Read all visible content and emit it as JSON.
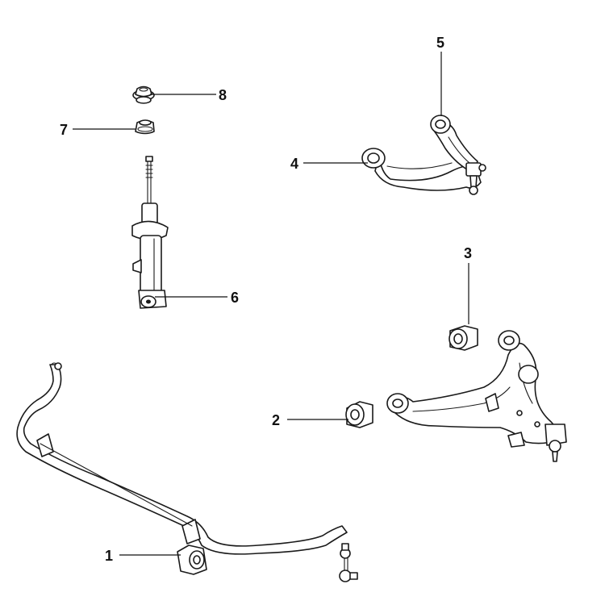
{
  "callouts": [
    {
      "id": "1",
      "part": "stabilizer-bushing"
    },
    {
      "id": "2",
      "part": "lower-arm-front-bushing"
    },
    {
      "id": "3",
      "part": "lower-arm-rear-bushing"
    },
    {
      "id": "4",
      "part": "upper-arm-bushing"
    },
    {
      "id": "5",
      "part": "upper-arm-bushing-rear"
    },
    {
      "id": "6",
      "part": "shock-absorber"
    },
    {
      "id": "7",
      "part": "shock-mount-bushing-lower"
    },
    {
      "id": "8",
      "part": "shock-mount-bushing-upper"
    }
  ]
}
